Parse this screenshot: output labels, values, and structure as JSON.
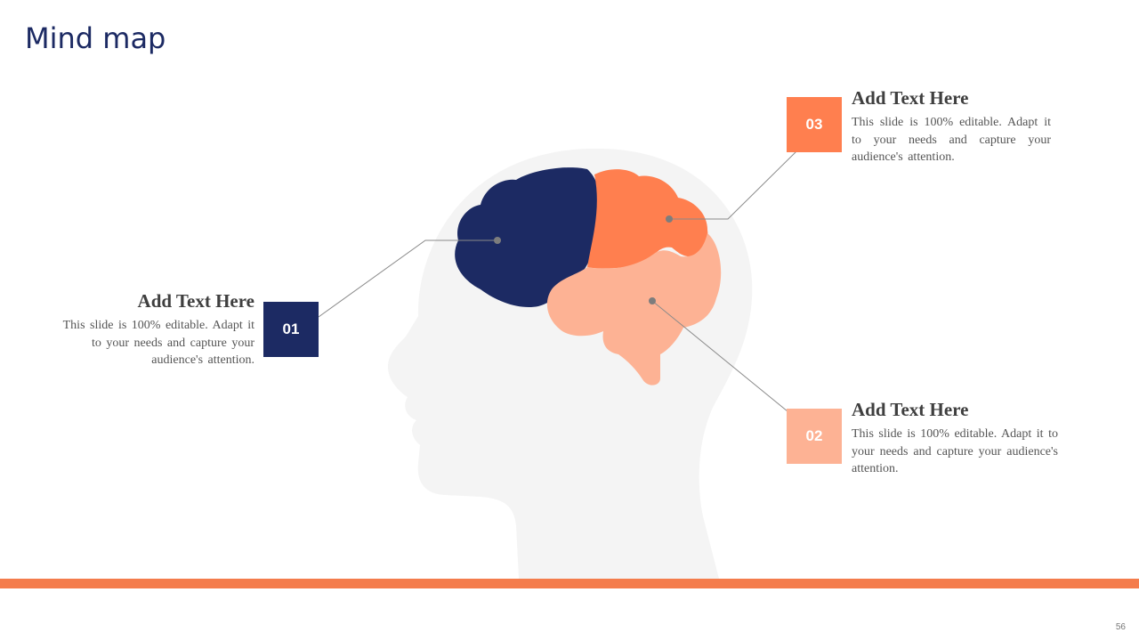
{
  "title": "Mind map",
  "page_number": "56",
  "colors": {
    "navy": "#1c2a63",
    "orange": "#ff7f4f",
    "peach": "#fdb294",
    "head": "#f4f4f4",
    "line": "#8a8a8a"
  },
  "items": [
    {
      "number": "01",
      "heading": "Add Text Here",
      "text": "This slide is 100% editable. Adapt it to your needs and capture your audience's attention.",
      "color": "#1c2a63"
    },
    {
      "number": "02",
      "heading": "Add Text Here",
      "text": "This slide is 100% editable. Adapt it to your needs and capture your audience's attention.",
      "color": "#fdb294"
    },
    {
      "number": "03",
      "heading": "Add Text Here",
      "text": "This slide is 100% editable. Adapt it to your needs and capture your audience's attention.",
      "color": "#ff7f4f"
    }
  ],
  "footer_color": "#f47c4c"
}
